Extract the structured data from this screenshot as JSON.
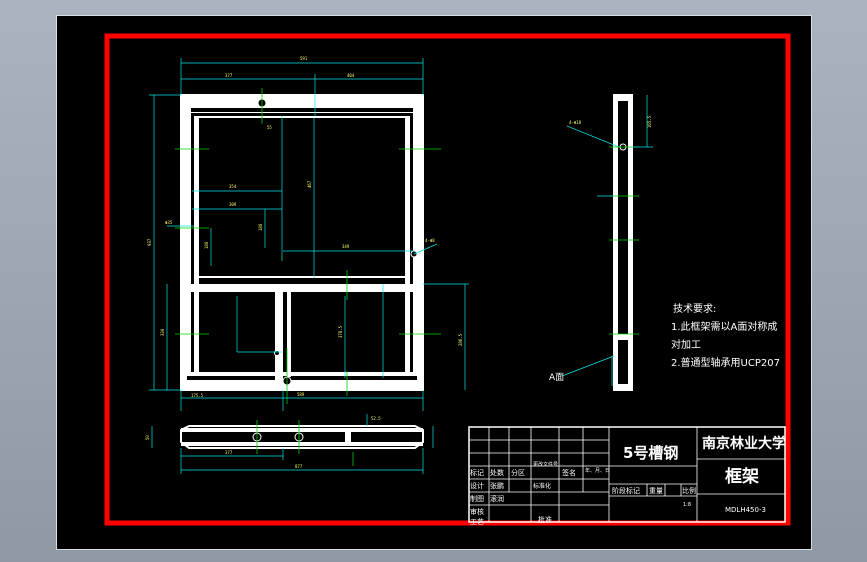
{
  "title_block": {
    "material": "5号槽钢",
    "university": "南京林业大学",
    "part_name": "框架",
    "drawing_no": "MDLH450-3",
    "scale": "1:8",
    "headers": [
      "标记",
      "处数",
      "分区",
      "更改文件号",
      "签名",
      "年、月、日"
    ],
    "stage_headers": [
      "阶段标记",
      "重量",
      "比例"
    ],
    "rows": {
      "design": "设计",
      "designer": "张鹏",
      "standardize": "标准化",
      "drafting": "制图",
      "drafter": "滚润",
      "review": "审核",
      "process": "工艺",
      "approve": "批准"
    }
  },
  "notes": {
    "title": "技术要求:",
    "line1": "1.此框架需以A面对称成",
    "line2": "对加工",
    "line3": "2.普通型轴承用UCP207"
  },
  "view_label": "A面",
  "dims": {
    "overall_width": "591",
    "left_width": "377",
    "right_width": "404",
    "top_inner": "55",
    "top_vertical": "467",
    "h1": "354",
    "h2": "309",
    "h3": "180",
    "h4": "180",
    "mid_span": "349",
    "phi": "Φ35",
    "bottom_left": "175.5",
    "bottom_total": "589",
    "lower_vert": "378.5",
    "lower_left": "330",
    "right_vert": "286.5",
    "small_right": "4-Φ8",
    "left_overall": "937",
    "bottom_view_width": "877",
    "bottom_view_a": "377",
    "bottom_view_h": "50",
    "bottom_view_d": "52.5",
    "side_top": "165.5",
    "side_hole": "4-Φ18"
  },
  "colors": {
    "border": "#ff0000",
    "frame": "#ffffff",
    "dimension": "#00e5e5",
    "centerline": "#00d000",
    "dim_text": "#ffff66"
  }
}
